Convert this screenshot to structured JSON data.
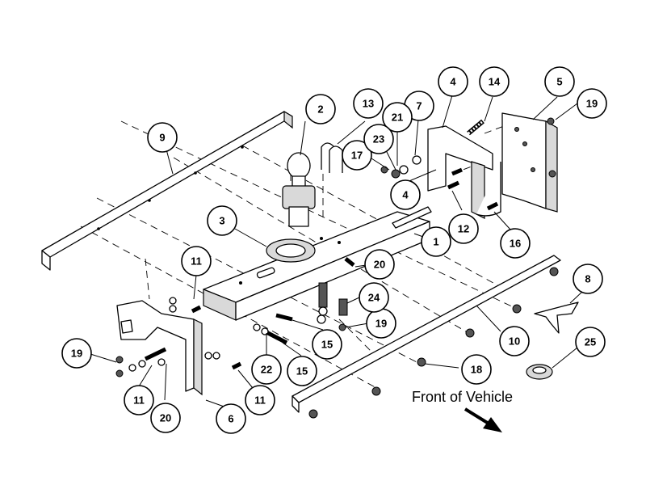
{
  "diagram": {
    "front_label": "Front of Vehicle",
    "callouts": [
      {
        "id": "c1",
        "label": "1"
      },
      {
        "id": "c2",
        "label": "2"
      },
      {
        "id": "c3",
        "label": "3"
      },
      {
        "id": "c4a",
        "label": "4"
      },
      {
        "id": "c4b",
        "label": "4"
      },
      {
        "id": "c5",
        "label": "5"
      },
      {
        "id": "c6",
        "label": "6"
      },
      {
        "id": "c7",
        "label": "7"
      },
      {
        "id": "c8",
        "label": "8"
      },
      {
        "id": "c9",
        "label": "9"
      },
      {
        "id": "c10",
        "label": "10"
      },
      {
        "id": "c11a",
        "label": "11"
      },
      {
        "id": "c11b",
        "label": "11"
      },
      {
        "id": "c11c",
        "label": "11"
      },
      {
        "id": "c12",
        "label": "12"
      },
      {
        "id": "c13",
        "label": "13"
      },
      {
        "id": "c14",
        "label": "14"
      },
      {
        "id": "c15a",
        "label": "15"
      },
      {
        "id": "c15b",
        "label": "15"
      },
      {
        "id": "c16",
        "label": "16"
      },
      {
        "id": "c17",
        "label": "17"
      },
      {
        "id": "c18",
        "label": "18"
      },
      {
        "id": "c19a",
        "label": "19"
      },
      {
        "id": "c19b",
        "label": "19"
      },
      {
        "id": "c19c",
        "label": "19"
      },
      {
        "id": "c20a",
        "label": "20"
      },
      {
        "id": "c20b",
        "label": "20"
      },
      {
        "id": "c21",
        "label": "21"
      },
      {
        "id": "c22",
        "label": "22"
      },
      {
        "id": "c23",
        "label": "23"
      },
      {
        "id": "c24",
        "label": "24"
      },
      {
        "id": "c25",
        "label": "25"
      }
    ]
  }
}
